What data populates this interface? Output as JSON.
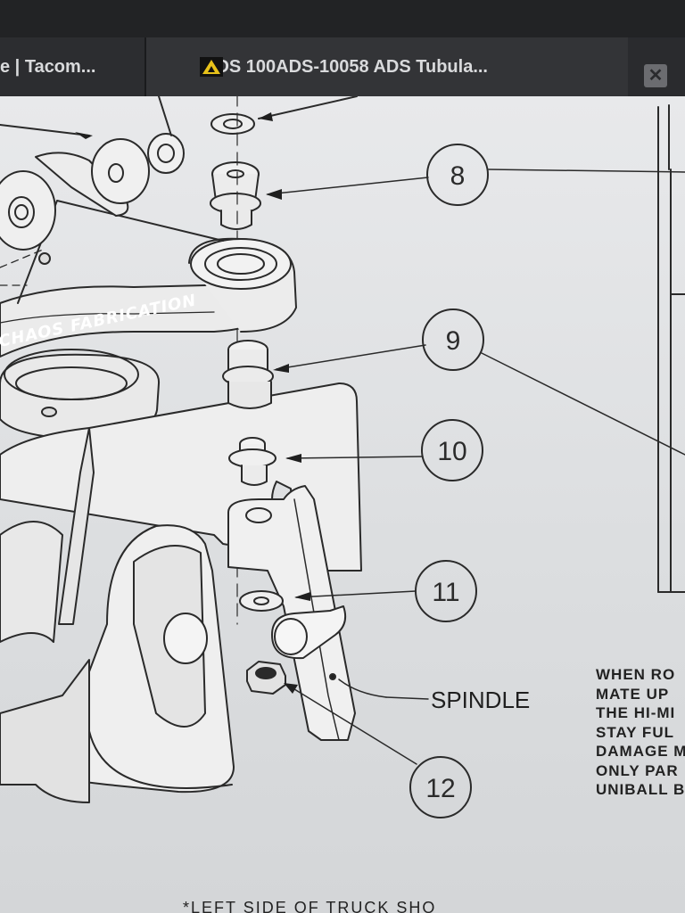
{
  "browser": {
    "tabs": [
      {
        "label": "e | Tacom...",
        "active": false
      },
      {
        "label": "ADS 100ADS-10058 ADS Tubula...",
        "active": true
      }
    ],
    "close_symbol": "✕",
    "tab_icon": "ads-logo-icon",
    "accent_color": "#e8c21a"
  },
  "drawing": {
    "callouts": [
      {
        "number": "8"
      },
      {
        "number": "9"
      },
      {
        "number": "10"
      },
      {
        "number": "11"
      },
      {
        "number": "12"
      }
    ],
    "labels": {
      "spindle": "SPINDLE",
      "brand": "CHAOS FABRICATION"
    },
    "warning_lines": [
      "WHEN RO",
      "MATE UP",
      "THE HI-MI",
      "STAY FUL",
      "DAMAGE M",
      "ONLY PAR",
      "UNIBALL B"
    ],
    "footer_note": "*LEFT SIDE OF TRUCK SHO"
  }
}
